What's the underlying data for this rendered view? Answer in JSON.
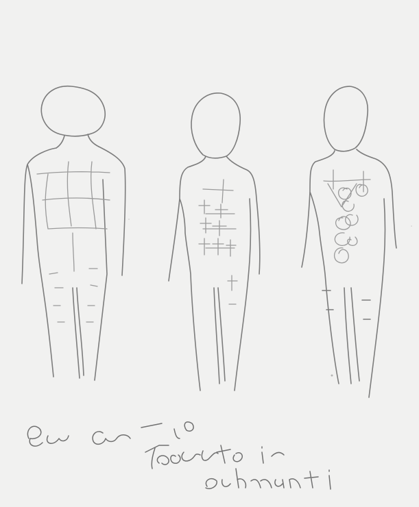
{
  "drawing": {
    "paper_color": "#f1f1f0",
    "pencil_color": "#7c7c7c",
    "figures": [
      {
        "name": "figure-left",
        "markings": "grid-lines"
      },
      {
        "name": "figure-middle",
        "markings": "plus-marks"
      },
      {
        "name": "figure-right",
        "markings": "loops"
      }
    ],
    "caption": "handwritten-scribble"
  }
}
